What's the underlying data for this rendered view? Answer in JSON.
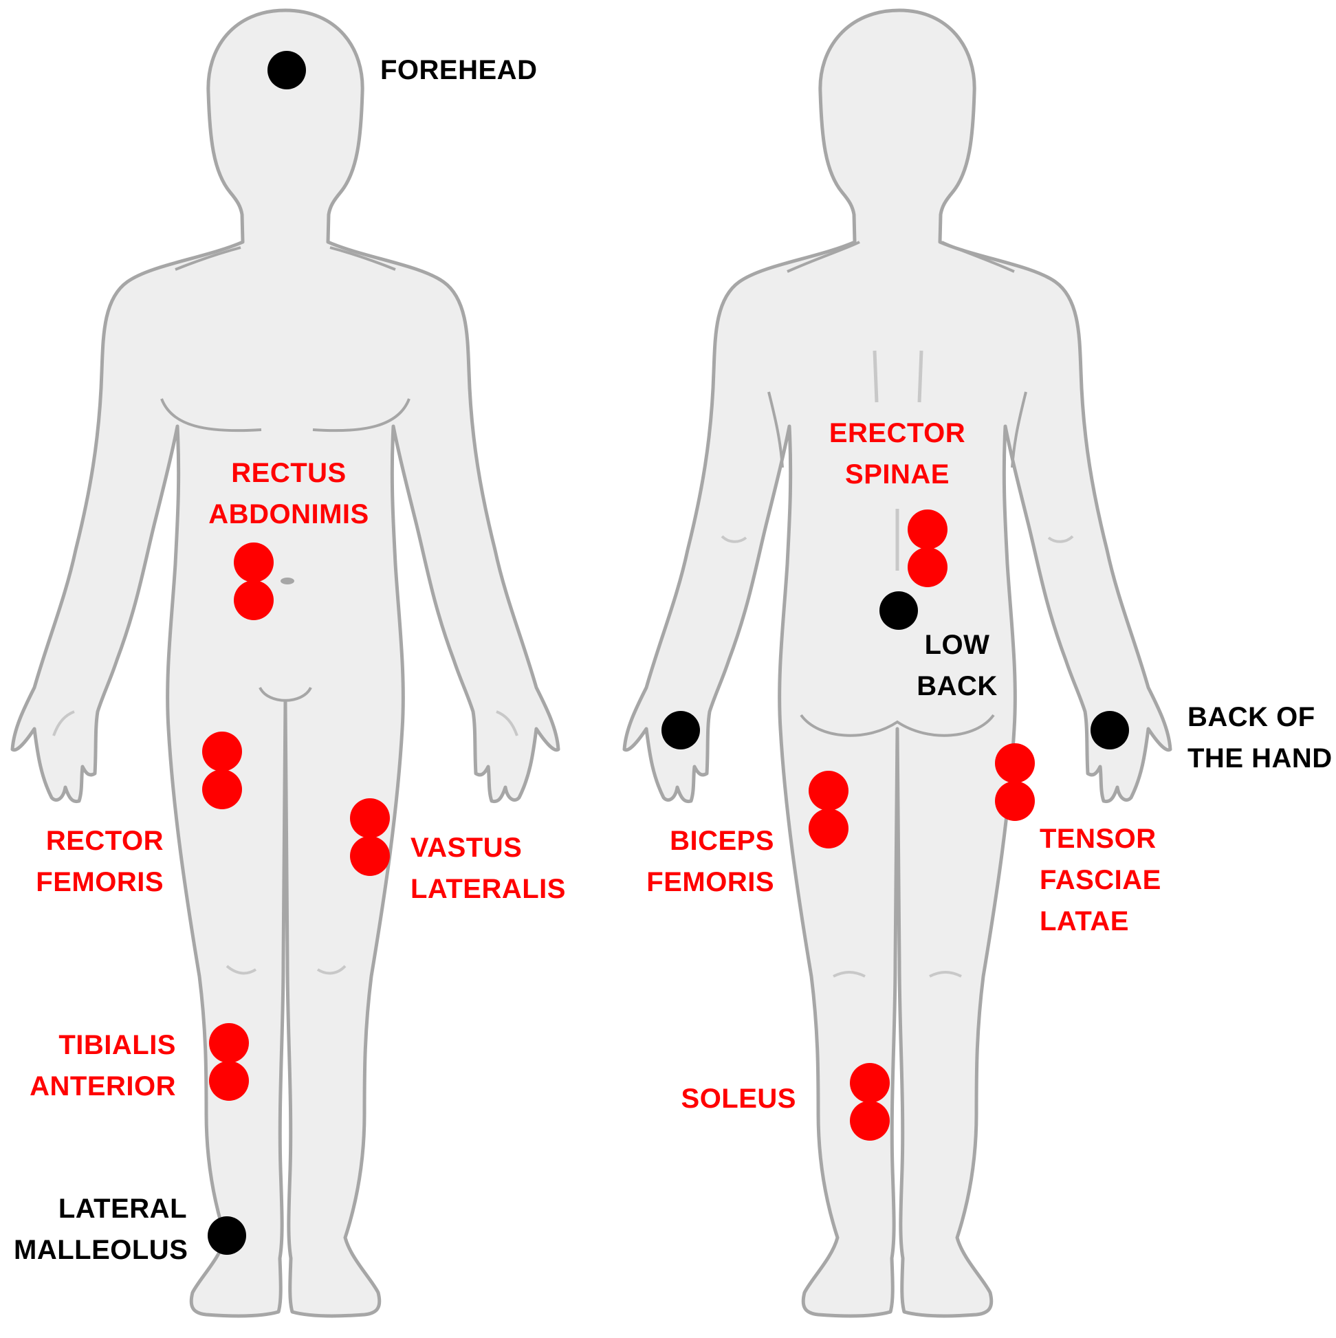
{
  "colors": {
    "body_fill": "#eeeeee",
    "body_outline": "#a6a6a6",
    "muscle_electrode": "#ff0000",
    "reference_electrode": "#000000",
    "muscle_label": "#ff0000",
    "reference_label": "#000000"
  },
  "labels": {
    "forehead": [
      "FOREHEAD"
    ],
    "rectus_abdominis": [
      "RECTUS",
      "ABDONIMIS"
    ],
    "rector_femoris": [
      "RECTOR",
      "FEMORIS"
    ],
    "vastus_lateralis": [
      "VASTUS",
      "LATERALIS"
    ],
    "tibialis_anterior": [
      "TIBIALIS",
      "ANTERIOR"
    ],
    "lateral_malleolus": [
      "LATERAL",
      "MALLEOLUS"
    ],
    "erector_spinae": [
      "ERECTOR",
      "SPINAE"
    ],
    "low_back": [
      "LOW",
      "BACK"
    ],
    "back_of_hand": [
      "BACK OF",
      "THE HAND"
    ],
    "biceps_femoris": [
      "BICEPS",
      "FEMORIS"
    ],
    "tensor_fasciae_latae": [
      "TENSOR",
      "FASCIAE",
      "LATAE"
    ],
    "soleus": [
      "SOLEUS"
    ]
  }
}
